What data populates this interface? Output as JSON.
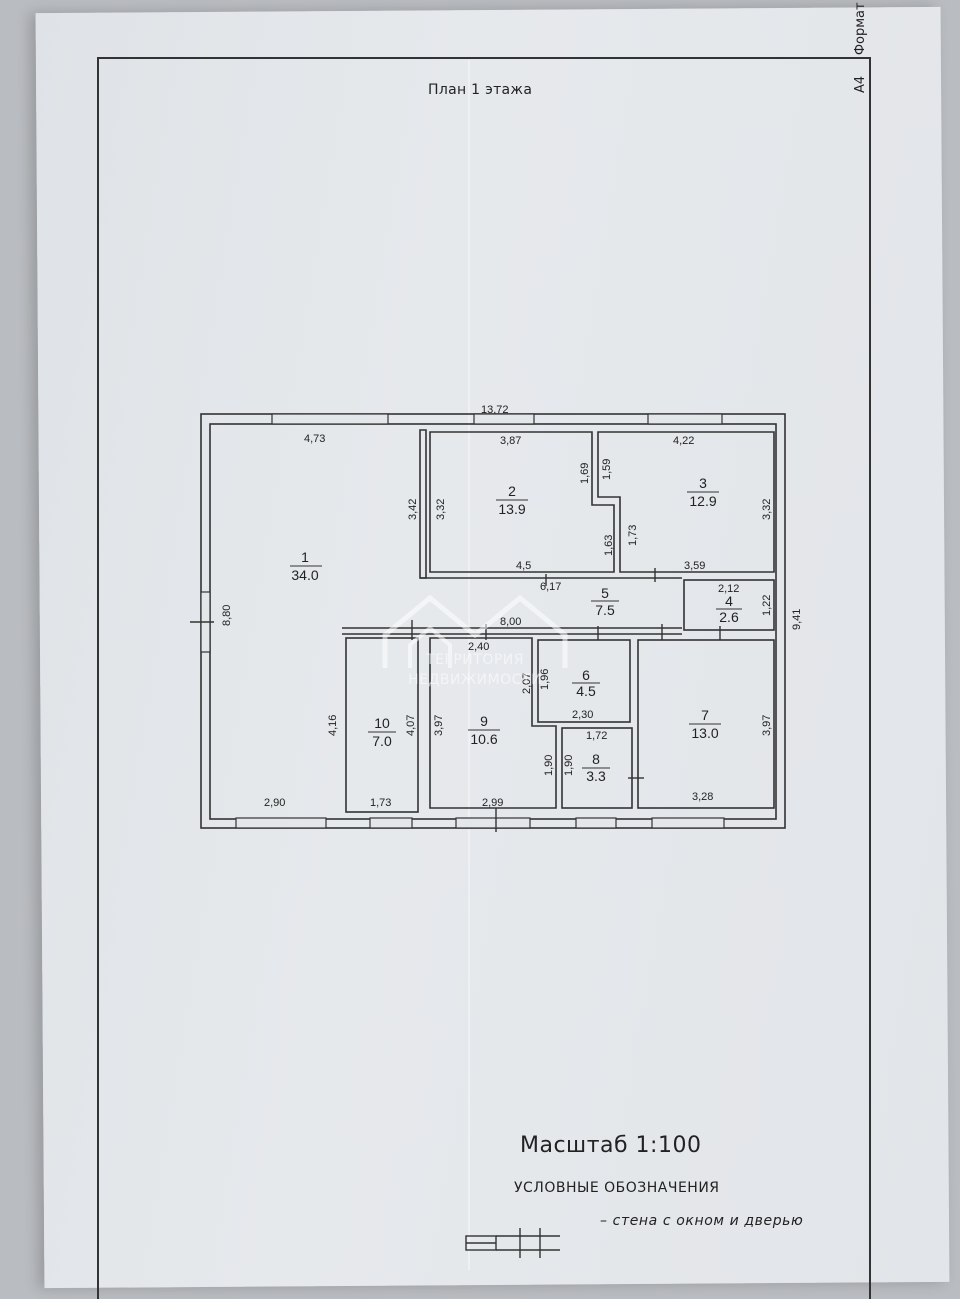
{
  "plan_title": "План 1 этажа",
  "format_label": {
    "a4": "А4",
    "word": "Формат"
  },
  "scale_text": "Масштаб 1:100",
  "legend": {
    "title": "УСЛОВНЫЕ ОБОЗНАЧЕНИЯ",
    "item": "– стена с окном и дверью"
  },
  "watermark": {
    "line1": "ТЕРРИТОРИЯ",
    "line2": "НЕДВИЖИМОСТИ"
  },
  "rooms": [
    {
      "num": "1",
      "area": "34.0"
    },
    {
      "num": "2",
      "area": "13.9"
    },
    {
      "num": "3",
      "area": "12.9"
    },
    {
      "num": "4",
      "area": "2.6"
    },
    {
      "num": "5",
      "area": "7.5"
    },
    {
      "num": "6",
      "area": "4.5"
    },
    {
      "num": "7",
      "area": "13.0"
    },
    {
      "num": "8",
      "area": "3.3"
    },
    {
      "num": "9",
      "area": "10.6"
    },
    {
      "num": "10",
      "area": "7.0"
    }
  ],
  "dims": {
    "overall_w": "13,72",
    "overall_h": "9,41",
    "r1_h": "8,80",
    "r1_top": "4,73",
    "r1_right": "3,42",
    "r1_lower": "4,16",
    "r1_bottom": "2,90",
    "r2_top": "3,87",
    "r2_left": "3,32",
    "r2_right_a": "1,69",
    "r2_right_b": "1,63",
    "r2_bottom": "4,5",
    "r3_top": "4,22",
    "r3_left_a": "1,59",
    "r3_left_b": "1,73",
    "r3_right": "3,32",
    "r3_bottom": "3,59",
    "r4_top": "2,12",
    "r4_right": "1,22",
    "r5_top": "6,17",
    "r5_bottom": "8,00",
    "r6_top": "2,40",
    "r6_left_a": "2,07",
    "r6_left_b": "1,96",
    "r6_bottom": "2,30",
    "r7_right": "3,97",
    "r7_bottom": "3,28",
    "r8_top": "1,72",
    "r8_left_a": "1,90",
    "r8_left_b": "1,90",
    "r9_left": "3,97",
    "r9_bottom": "2,99",
    "r10_right": "4,07",
    "r10_bottom": "1,73"
  }
}
